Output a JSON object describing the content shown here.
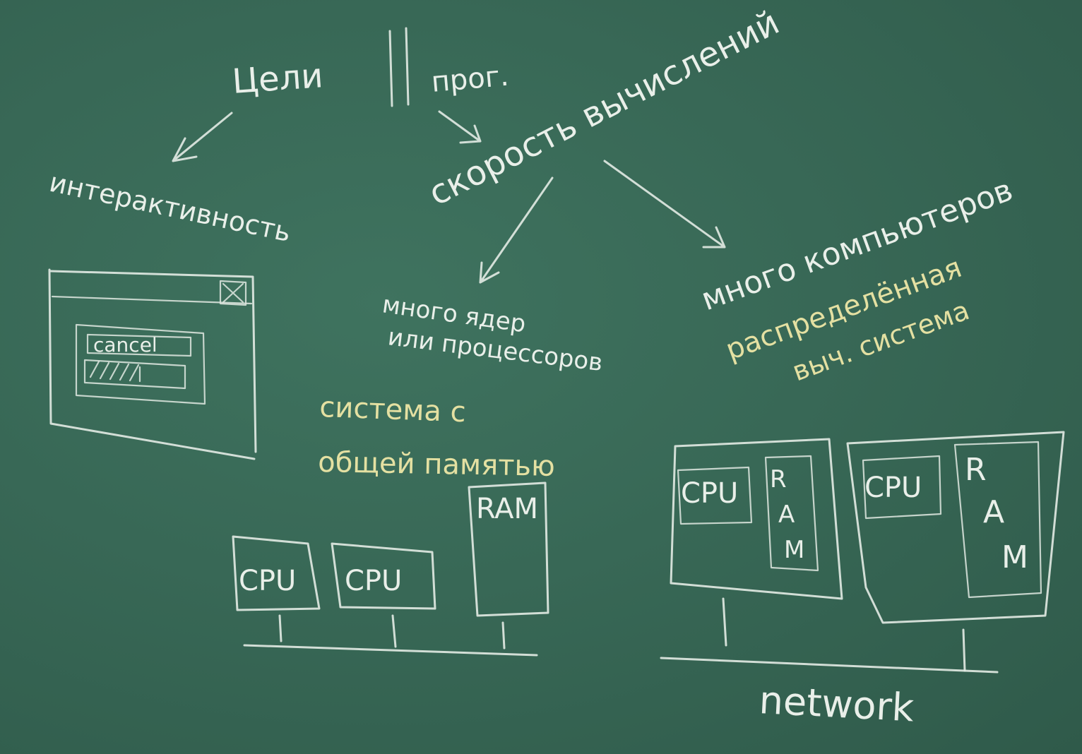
{
  "board": {
    "goal_label": "Цели",
    "prog_label": "прог.",
    "interactivity": "интерактивность",
    "speed": "скорость вычислений",
    "many_computers": "много компьютеров",
    "distributed_line1": "распределённая",
    "distributed_line2": "выч. система",
    "many_cores_line1": "много ядер",
    "many_cores_line2": "или процессоров",
    "shared_mem_line1": "система с",
    "shared_mem_line2": "общей памятью",
    "dialog_button": "cancel",
    "cpu": "CPU",
    "ram": "RAM",
    "ram_r": "R",
    "ram_a": "A",
    "ram_m": "M",
    "network": "network"
  },
  "colors": {
    "board": "#386856",
    "chalk_white": "#e9efe9",
    "chalk_yellow": "#e4e0a2"
  }
}
